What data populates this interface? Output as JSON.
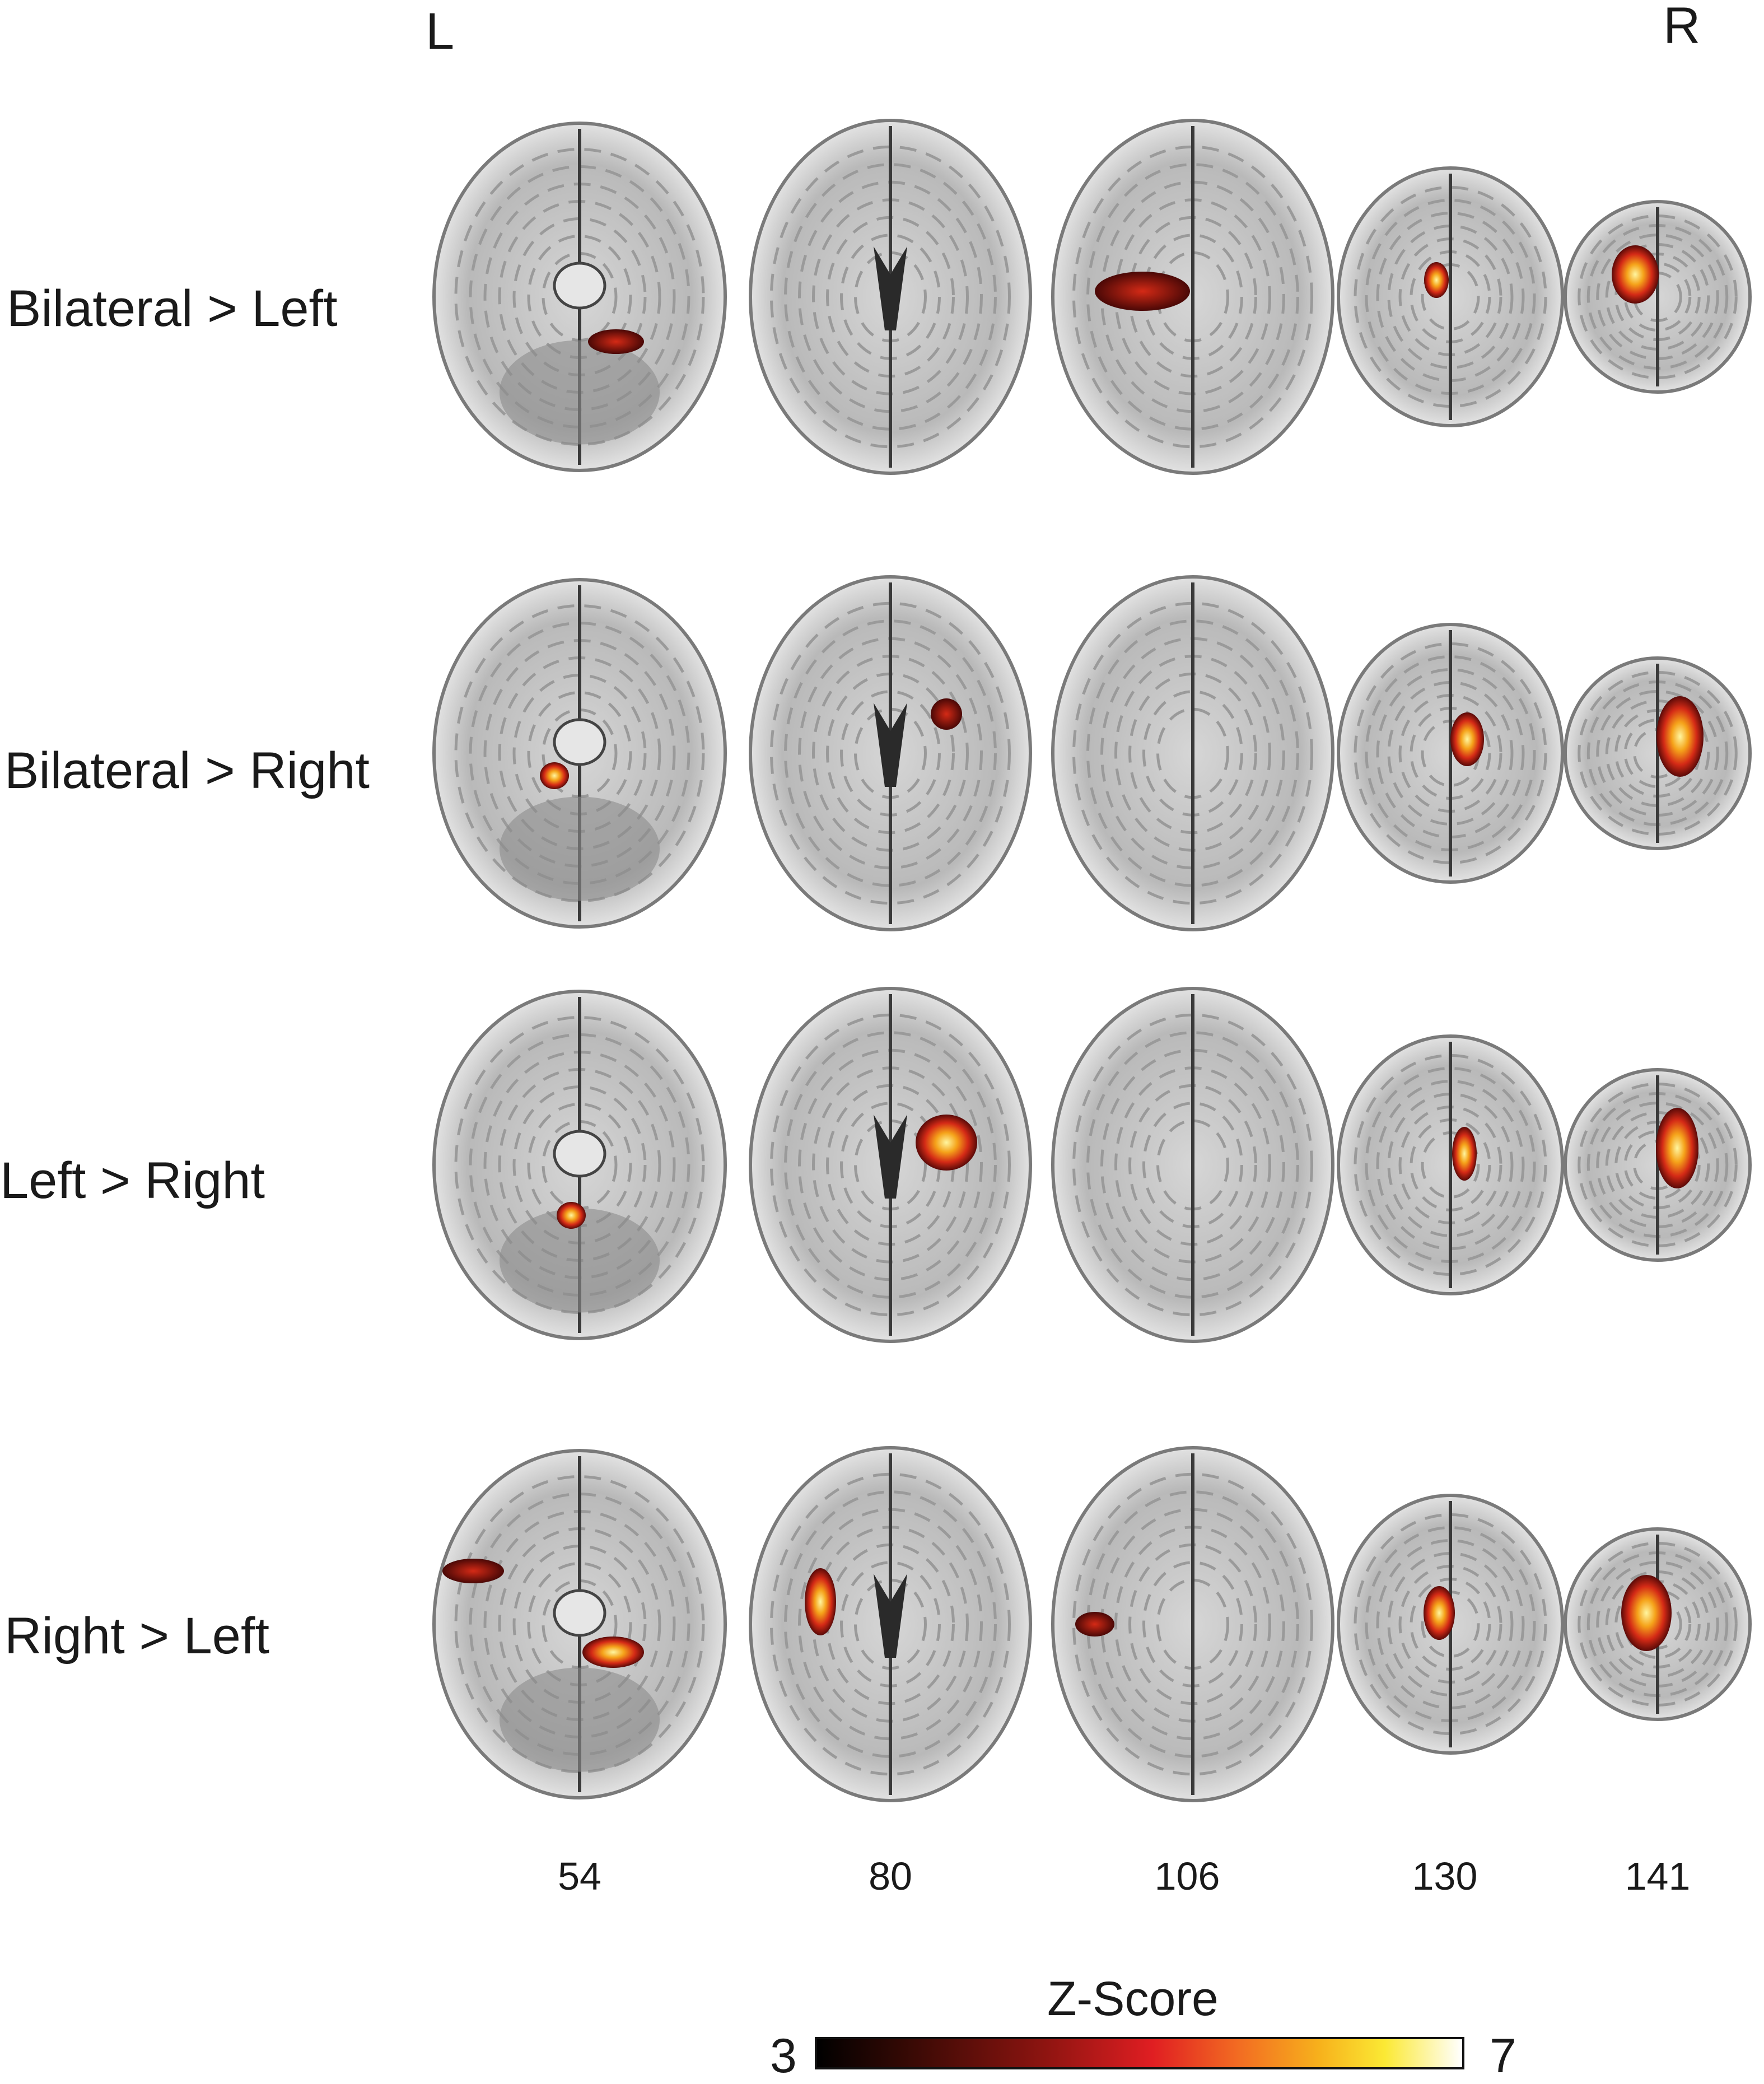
{
  "orientation": {
    "left": "L",
    "right": "R"
  },
  "rows": [
    {
      "label": "Bilateral > Left"
    },
    {
      "label": "Bilateral > Right"
    },
    {
      "label": "Left > Right"
    },
    {
      "label": "Right > Left"
    }
  ],
  "slices": [
    "54",
    "80",
    "106",
    "130",
    "141"
  ],
  "colorbar": {
    "title": "Z-Score",
    "min": "3",
    "max": "7",
    "colors": [
      "#000000",
      "#8c1410",
      "#e01e22",
      "#f7b21c",
      "#fbe934",
      "#ffffff"
    ]
  },
  "activation_colors": {
    "low": "#5a0a08",
    "mid": "#d42a16",
    "high": "#f5a31a",
    "peak": "#fff6a0"
  }
}
